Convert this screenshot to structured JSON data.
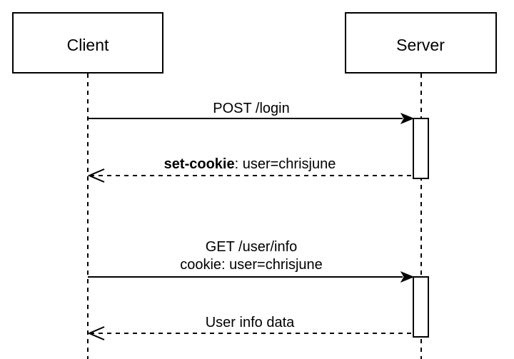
{
  "participants": {
    "client": "Client",
    "server": "Server"
  },
  "messages": {
    "login_request": "POST /login",
    "login_response_key": "set-cookie",
    "login_response_value": ": user=chrisjune",
    "info_request_line1": "GET /user/info",
    "info_request_line2": "cookie: user=chrisjune",
    "info_response": "User info data"
  }
}
